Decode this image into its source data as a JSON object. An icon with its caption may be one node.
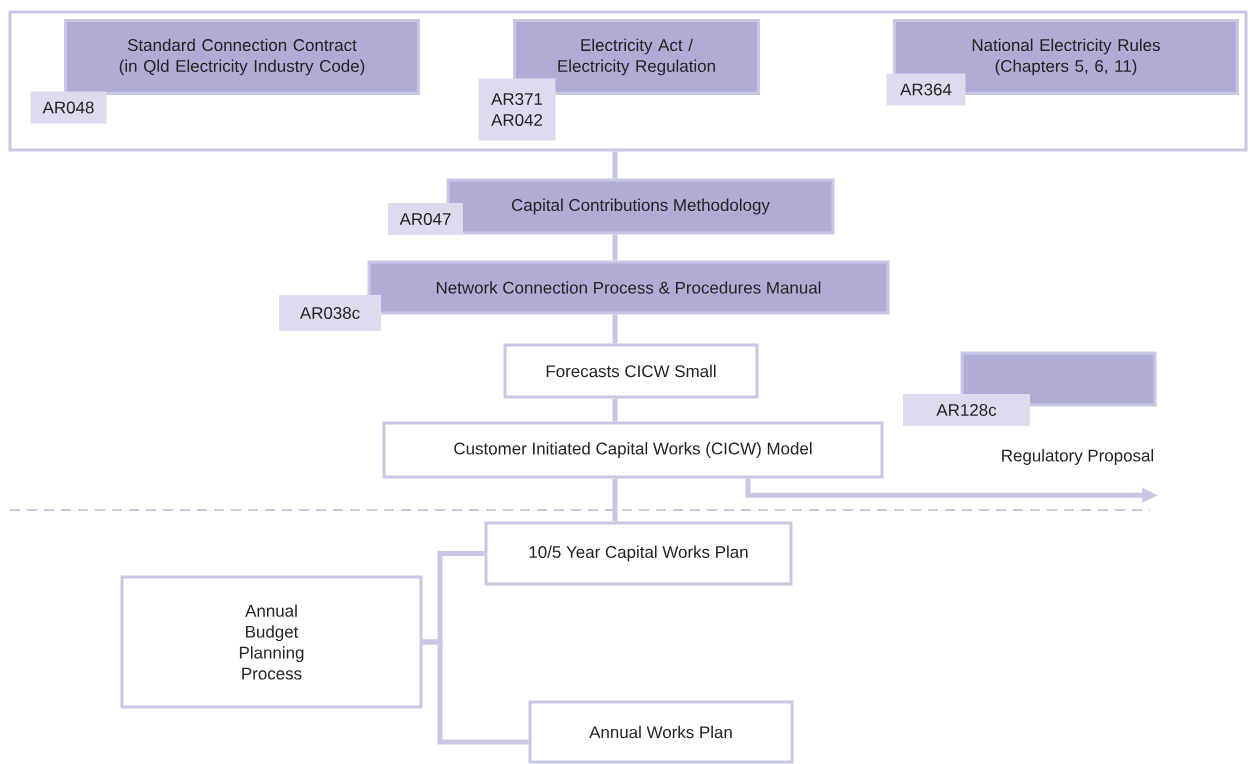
{
  "diagram": {
    "nodes": [
      {
        "text": [],
        "shape": "box"
      },
      {
        "text": [
          "Standard Connection Contract (in Qld Electricity Industry Code)"
        ],
        "in": 0
      },
      {
        "text": [
          "AR048"
        ],
        "in": 0
      },
      {
        "text": [
          "Electricity Act / Electricity Regulation"
        ],
        "in": 0
      },
      {
        "text": [
          "AR371 AR042"
        ],
        "in": 0
      },
      {
        "text": [
          "National Electricity Rules (Chapters 5, 6, 11)"
        ],
        "in": 0
      },
      {
        "text": [
          "AR364"
        ],
        "in": 0
      },
      {
        "text": [
          "Capital Contributions Methodology"
        ]
      },
      {
        "text": [
          "AR047"
        ]
      },
      {
        "text": [
          "Network Connection Process & Procedures Manual"
        ]
      },
      {
        "text": [
          "AR038c"
        ]
      },
      {
        "text": [
          "Forecasts CICW Small"
        ]
      },
      {
        "text": [],
        "shape": "box"
      },
      {
        "text": [
          "AR128c"
        ]
      },
      {
        "text": [
          "Customer Initiated Capital Works (CICW)  Model"
        ]
      },
      {
        "text": [
          "Regulatory Proposal"
        ]
      },
      {
        "text": [
          "10/5 Year Capital Works Plan"
        ]
      },
      {
        "text": [
          "Annual Budget Planning Process"
        ]
      },
      {
        "text": [
          "Annual Works Plan"
        ]
      }
    ],
    "edges": [
      {
        "from": 0,
        "to": 7,
        "arrow": "none"
      },
      {
        "from": 7,
        "to": 9,
        "arrow": "none"
      },
      {
        "from": 9,
        "to": 11,
        "arrow": "none"
      },
      {
        "from": 11,
        "to": 14,
        "arrow": "none"
      },
      {
        "from": 14,
        "to": 16,
        "arrow": "none"
      },
      {
        "from": 14,
        "to": 15,
        "arrow": "to"
      },
      {
        "from": 17,
        "to": 16,
        "arrow": "none"
      },
      {
        "from": 17,
        "to": 18,
        "arrow": "none"
      }
    ]
  }
}
